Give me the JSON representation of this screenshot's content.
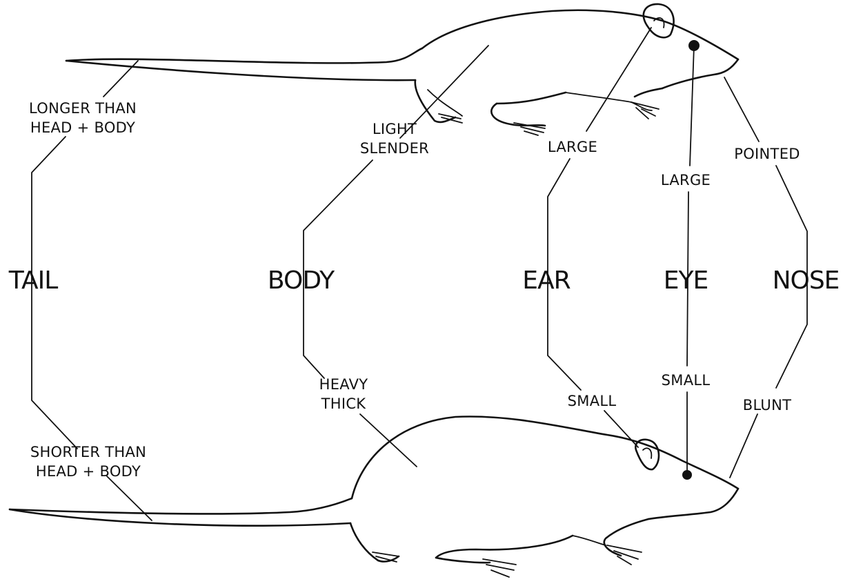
{
  "traits": {
    "tail": {
      "heading": "TAIL",
      "top": [
        "LONGER THAN",
        "HEAD + BODY"
      ],
      "bottom": [
        "SHORTER THAN",
        "HEAD + BODY"
      ]
    },
    "body": {
      "heading": "BODY",
      "top": [
        "LIGHT",
        "SLENDER"
      ],
      "bottom": [
        "HEAVY",
        "THICK"
      ]
    },
    "ear": {
      "heading": "EAR",
      "top": "LARGE",
      "bottom": "SMALL"
    },
    "eye": {
      "heading": "EYE",
      "top": "LARGE",
      "bottom": "SMALL"
    },
    "nose": {
      "heading": "NOSE",
      "top": "POINTED",
      "bottom": "BLUNT"
    }
  },
  "colors": {
    "ink": "#111111",
    "paper": "#ffffff"
  },
  "icons": {
    "upper_animal": "slender-rodent-drawing",
    "lower_animal": "heavy-rodent-drawing"
  }
}
